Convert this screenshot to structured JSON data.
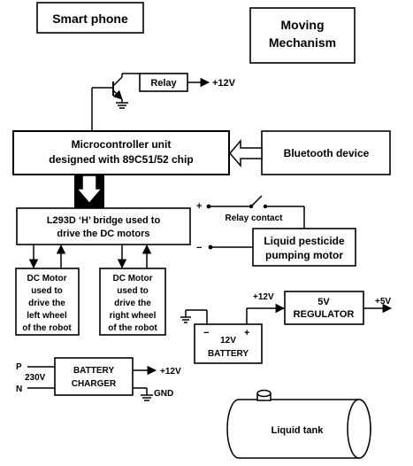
{
  "blocks": {
    "smart_phone": "Smart phone",
    "moving_mechanism": [
      "Moving",
      "Mechanism"
    ],
    "relay": "Relay",
    "relay_supply": "+12V",
    "mcu": [
      "Microcontroller unit",
      "designed with 89C51/52 chip"
    ],
    "bluetooth": "Bluetooth device",
    "hbridge": [
      "L293D ‘H’ bridge used to",
      "drive the DC motors"
    ],
    "motor_left": [
      "DC Motor",
      "used to",
      "drive the",
      "left wheel",
      "of the robot"
    ],
    "motor_right": [
      "DC Motor",
      "used to",
      "drive the",
      "right wheel",
      "of the robot"
    ],
    "relay_plus": "+",
    "relay_contact": "Relay contact",
    "relay_minus": "−",
    "pump_motor": [
      "Liquid pesticide",
      "pumping motor"
    ],
    "battery_out": "+12V",
    "regulator": [
      "5V",
      "REGULATOR"
    ],
    "regulator_out": "+5V",
    "battery_minus": "−",
    "battery_plus": "+",
    "battery": [
      "12V",
      "BATTERY"
    ],
    "mains_p": "P",
    "mains_v": "230V",
    "mains_n": "N",
    "charger": [
      "BATTERY",
      "CHARGER"
    ],
    "charger_out": "+12V",
    "charger_gnd": "GND",
    "tank": "Liquid tank"
  }
}
